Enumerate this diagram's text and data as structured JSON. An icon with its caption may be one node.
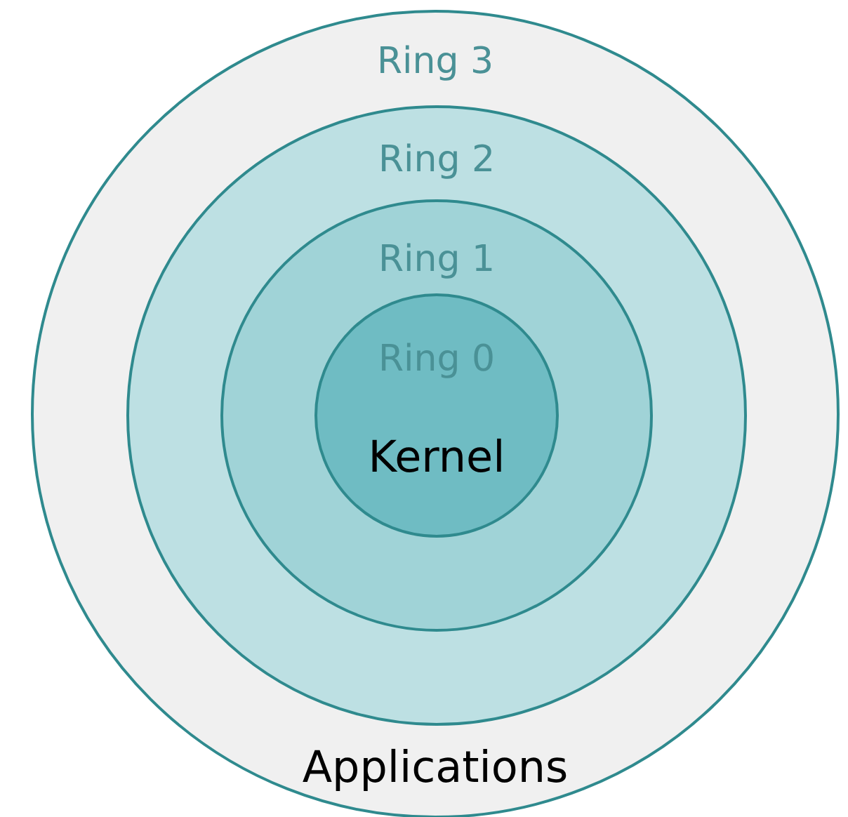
{
  "diagram": {
    "nodes": [
      {
        "text": [
          "Ring 3",
          "Applications"
        ]
      },
      {
        "text": [
          "Ring 2"
        ],
        "in": 0
      },
      {
        "text": [
          "Ring 1"
        ],
        "in": 1
      },
      {
        "text": [
          "Ring 0",
          "Kernel"
        ],
        "in": 2
      }
    ],
    "edges": []
  }
}
